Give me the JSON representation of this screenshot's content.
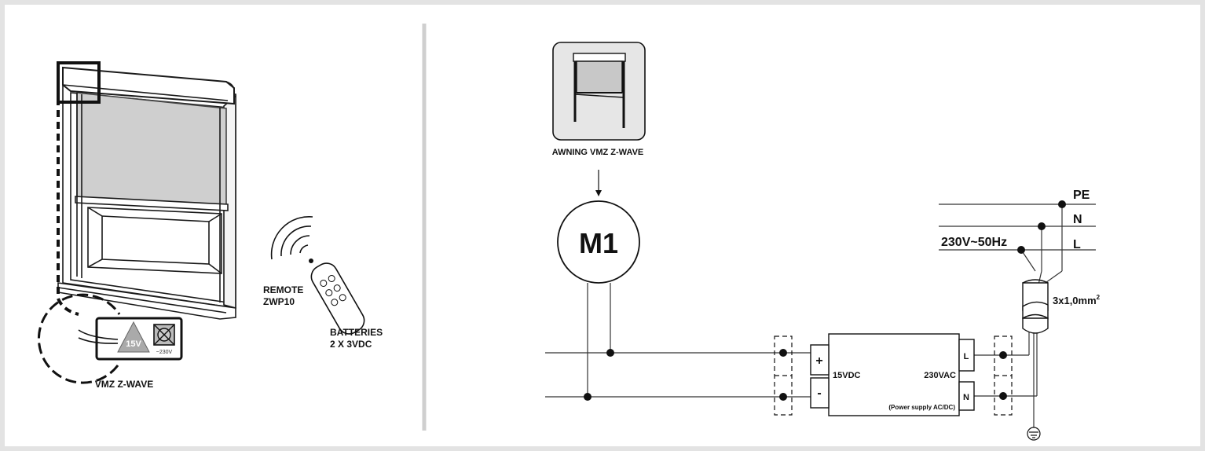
{
  "left_panel": {
    "product_label": "VMZ Z-WAVE",
    "remote_label_line1": "REMOTE",
    "remote_label_line2": "ZWP10",
    "batteries_line1": "BATTERIES",
    "batteries_line2": "2 X 3VDC",
    "connector_15v": "15V",
    "connector_230v": "~230V"
  },
  "right_panel": {
    "awning_label": "AWNING VMZ Z-WAVE",
    "motor_label": "M1",
    "pe_label": "PE",
    "n_label": "N",
    "l_label": "L",
    "mains_label": "230V~50Hz",
    "cable_label": "3x1,0mm",
    "cable_sup": "2",
    "plus_label": "+",
    "minus_label": "-",
    "dc_label": "15VDC",
    "ac_label": "230VAC",
    "psu_note": "(Power supply AC/DC)",
    "term_l": "L",
    "term_n": "N"
  },
  "colors": {
    "background": "#e3e3e3",
    "panel": "#ffffff",
    "line": "#1a1a1a",
    "shade_fill": "#cfcfcf",
    "thumb_bg": "#e6e6e6"
  }
}
